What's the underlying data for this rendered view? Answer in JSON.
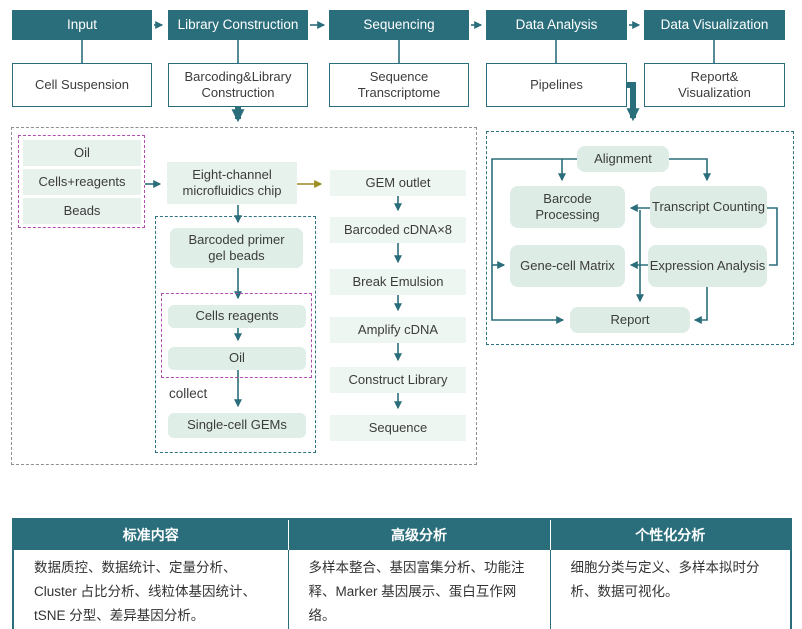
{
  "colors": {
    "teal": "#2b6e7b",
    "olive_arrow": "#9b8b20",
    "magenta_dash": "#b14fb1",
    "gray_dash": "#8a9094",
    "box_green": "#e3f0ea",
    "text": "#3c3c3c"
  },
  "pipeline": {
    "stages": [
      "Input",
      "Library Construction",
      "Sequencing",
      "Data Analysis",
      "Data Visualization"
    ],
    "substages": [
      "Cell Suspension",
      "Barcoding&Library\nConstruction",
      "Sequence\nTranscriptome",
      "Pipelines",
      "Report&\nVisualization"
    ]
  },
  "library_panel": {
    "inputs": [
      "Oil",
      "Cells+reagents",
      "Beads"
    ],
    "chip": "Eight-channel\nmicrofluidics chip",
    "gel_beads": "Barcoded primer\ngel beads",
    "gem_contents": [
      "Cells reagents",
      "Oil"
    ],
    "collect_label": "collect",
    "gems": "Single-cell GEMs",
    "steps": [
      "GEM outlet",
      "Barcoded cDNA×8",
      "Break Emulsion",
      "Amplify cDNA",
      "Construct Library",
      "Sequence"
    ]
  },
  "analysis_panel": {
    "alignment": "Alignment",
    "barcode_processing": "Barcode Processing",
    "transcript_counting": "Transcript Counting",
    "gene_cell_matrix": "Gene-cell Matrix",
    "expression_analysis": "Expression Analysis",
    "report": "Report"
  },
  "table": {
    "headers": [
      "标准内容",
      "高级分析",
      "个性化分析"
    ],
    "cells": [
      "数据质控、数据统计、定量分析、Cluster 占比分析、线粒体基因统计、tSNE 分型、差异基因分析。",
      "多样本整合、基因富集分析、功能注释、Marker 基因展示、蛋白互作网络。",
      "细胞分类与定义、多样本拟时分析、数据可视化。"
    ]
  }
}
